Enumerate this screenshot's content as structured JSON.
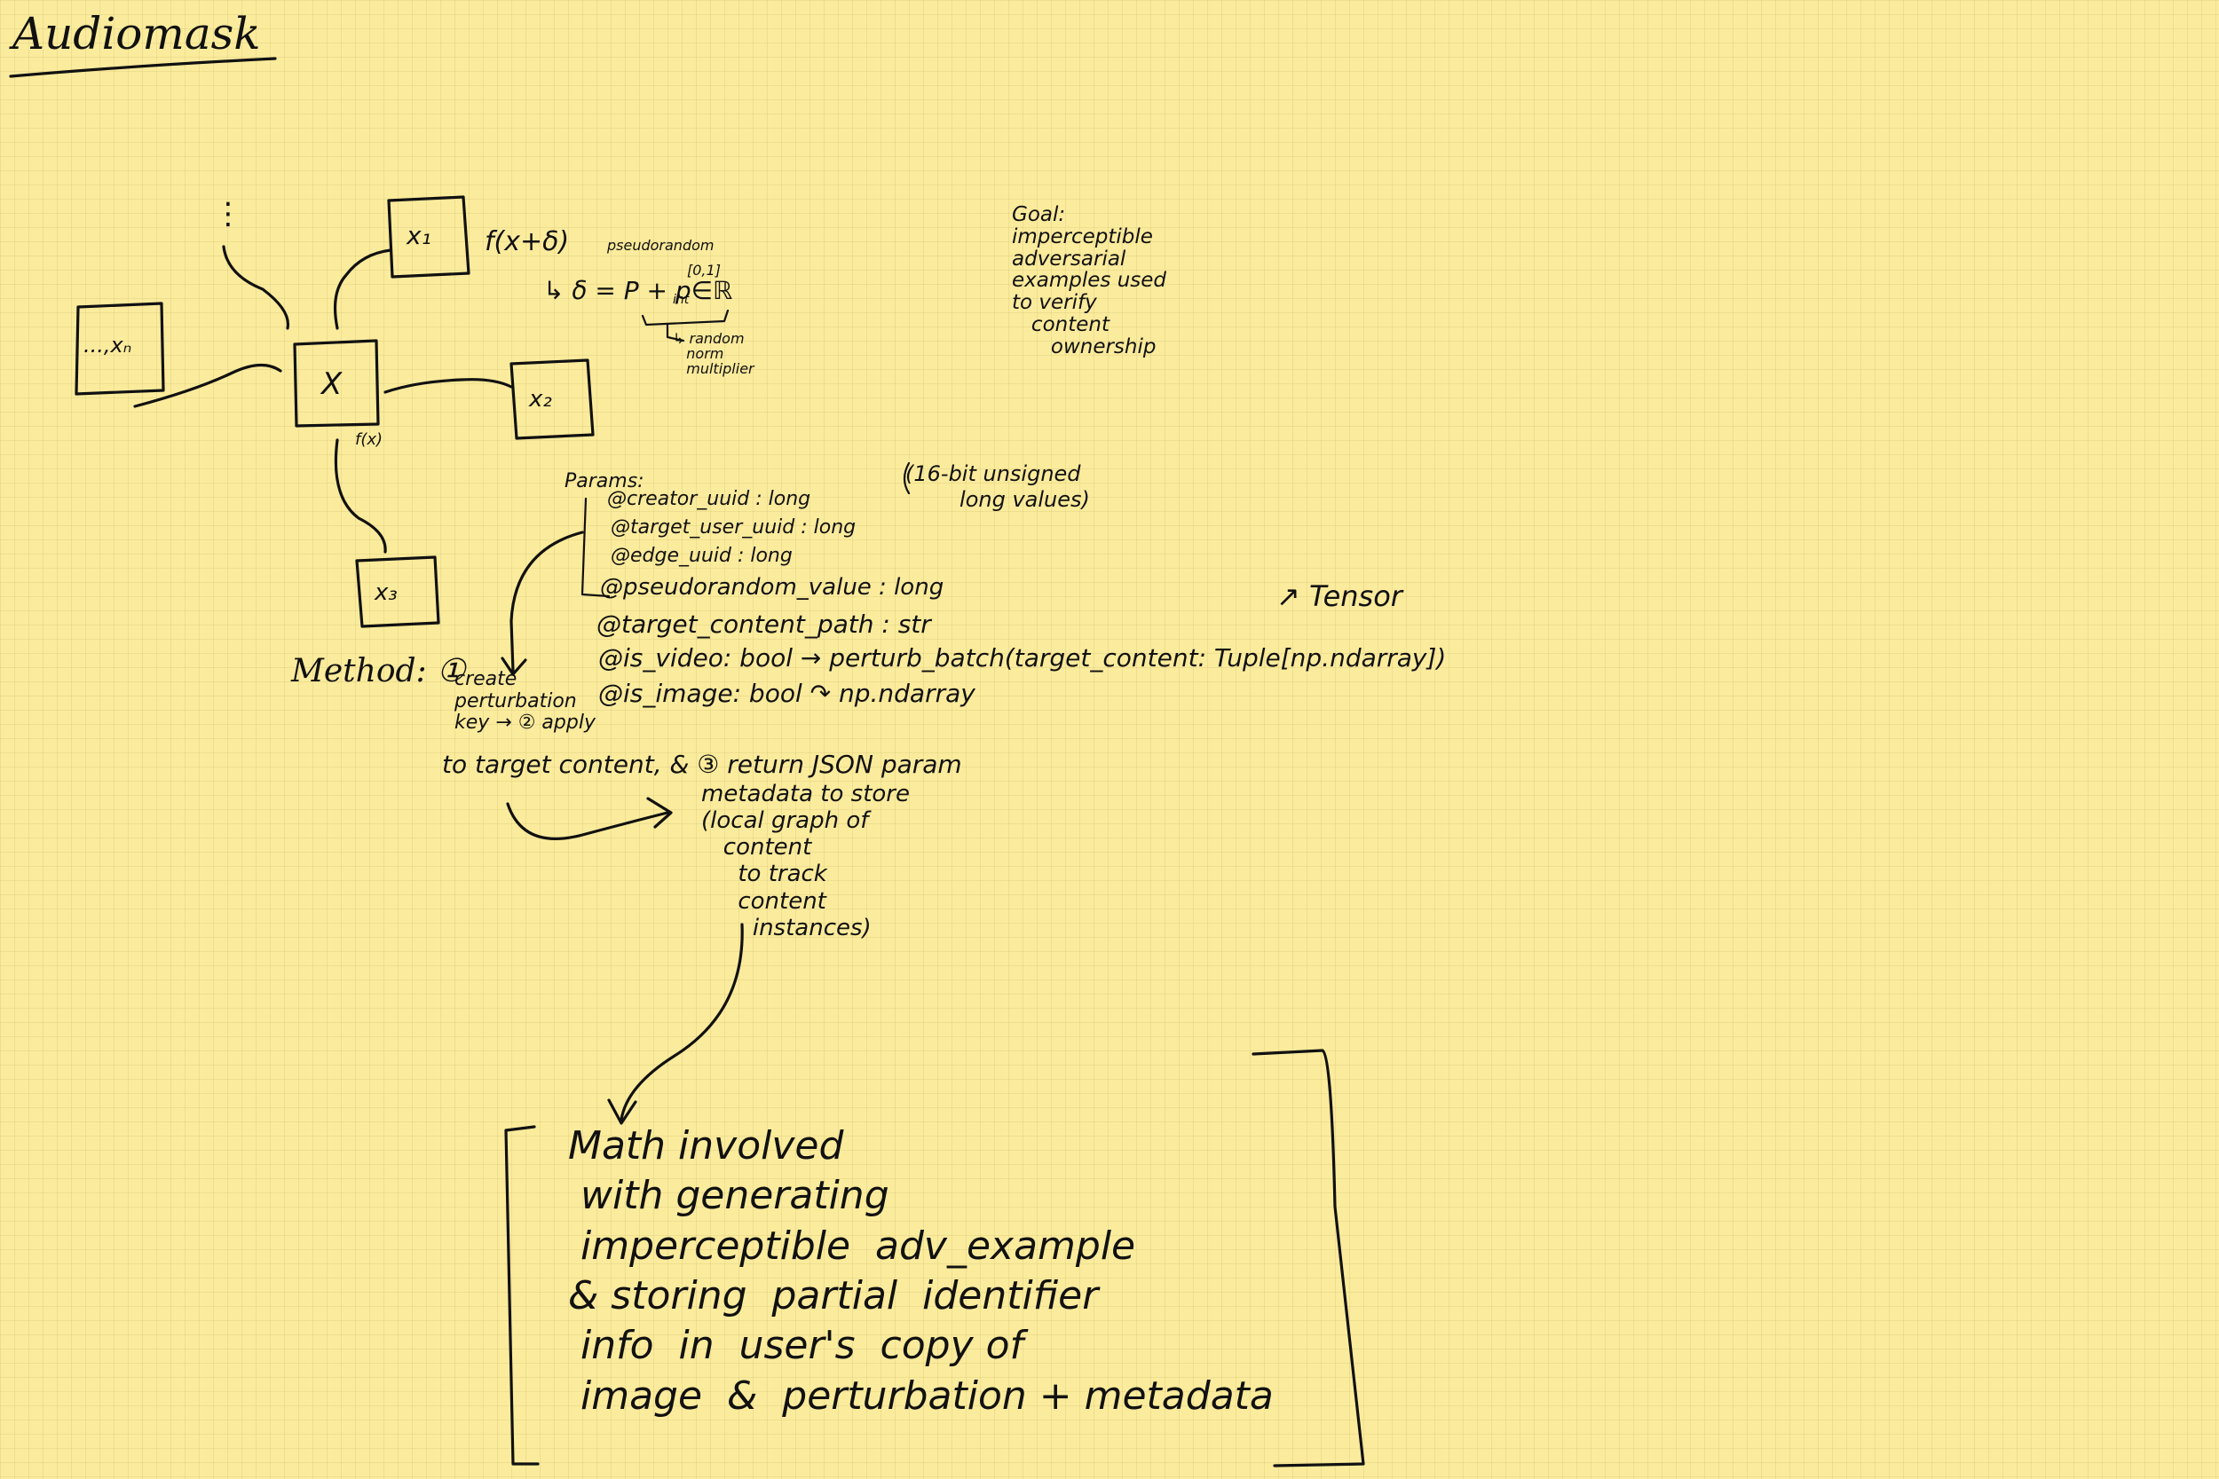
{
  "title": "Audiomask",
  "nodes": {
    "center": "X",
    "center_fn": "f(x)",
    "x1": "x₁",
    "x2": "x₂",
    "x3": "x₃",
    "xn": "...,xₙ",
    "ellipsis": "⋮"
  },
  "formula": {
    "f": "f(x+δ)",
    "delta": "↳ δ = P + p∈ℝ",
    "pseudorandom": "pseudorandom",
    "range": "[0,1]",
    "int": "int",
    "note": "↳ random\n   norm\n   multiplier"
  },
  "goal": "Goal:\nimperceptible\nadversarial\nexamples used\nto verify\n   content\n      ownership",
  "params": {
    "header": "Params:",
    "creator": "@creator_uuid : long",
    "target_user": "@target_user_uuid : long",
    "edge": "@edge_uuid : long",
    "pseudorandom": "@pseudorandom_value : long",
    "path": "@target_content_path : str",
    "video_line": "@is_video: bool → perturb_batch(target_content: Tuple[np.ndarray])",
    "image_line": "@is_image: bool ↷ np.ndarray",
    "bits_note": "(16-bit unsigned\n        long values)",
    "tensor": "↗ Tensor"
  },
  "method": {
    "label": "Method: ①",
    "steps": "create\nperturbation\nkey → ② apply",
    "content": "to target content, & ③ return JSON param",
    "metadata": "metadata to store\n(local graph of\n   content\n     to track\n     content\n       instances)"
  },
  "math_note": "Math involved\n with generating\n imperceptible  adv_example\n& storing  partial  identifier\n info  in  user's  copy of\n image  &  perturbation + metadata"
}
